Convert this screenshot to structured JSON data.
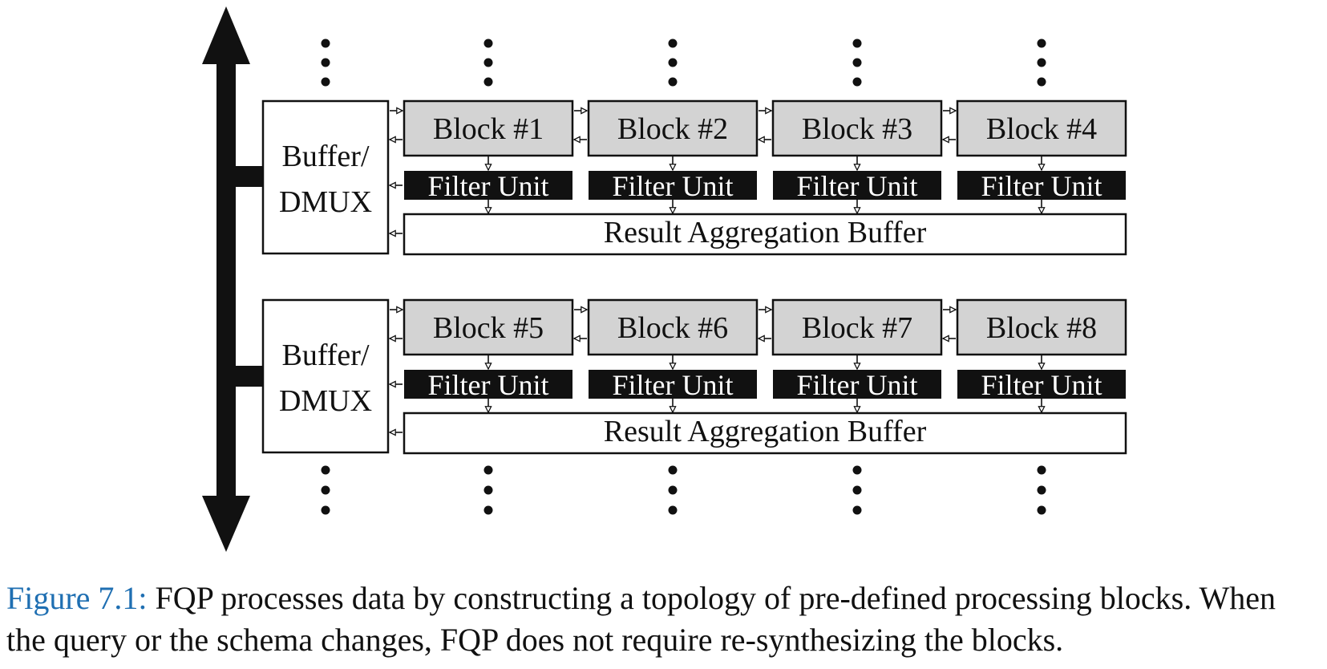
{
  "diagram": {
    "groups": [
      {
        "buffer_lines": [
          "Buffer/",
          "DMUX"
        ],
        "blocks": [
          "Block #1",
          "Block #2",
          "Block #3",
          "Block #4"
        ],
        "filter_label": "Filter Unit",
        "aggregation_label": "Result Aggregation Buffer"
      },
      {
        "buffer_lines": [
          "Buffer/",
          "DMUX"
        ],
        "blocks": [
          "Block #5",
          "Block #6",
          "Block #7",
          "Block #8"
        ],
        "filter_label": "Filter Unit",
        "aggregation_label": "Result Aggregation Buffer"
      }
    ],
    "colors": {
      "block_fill": "#d3d3d3",
      "filter_fill": "#111111",
      "stroke": "#111111"
    }
  },
  "caption": {
    "label": "Figure 7.1:",
    "text": " FQP processes data by constructing a topology of pre-defined processing blocks. When the query or the schema changes, FQP does not require re-synthesizing the blocks."
  }
}
